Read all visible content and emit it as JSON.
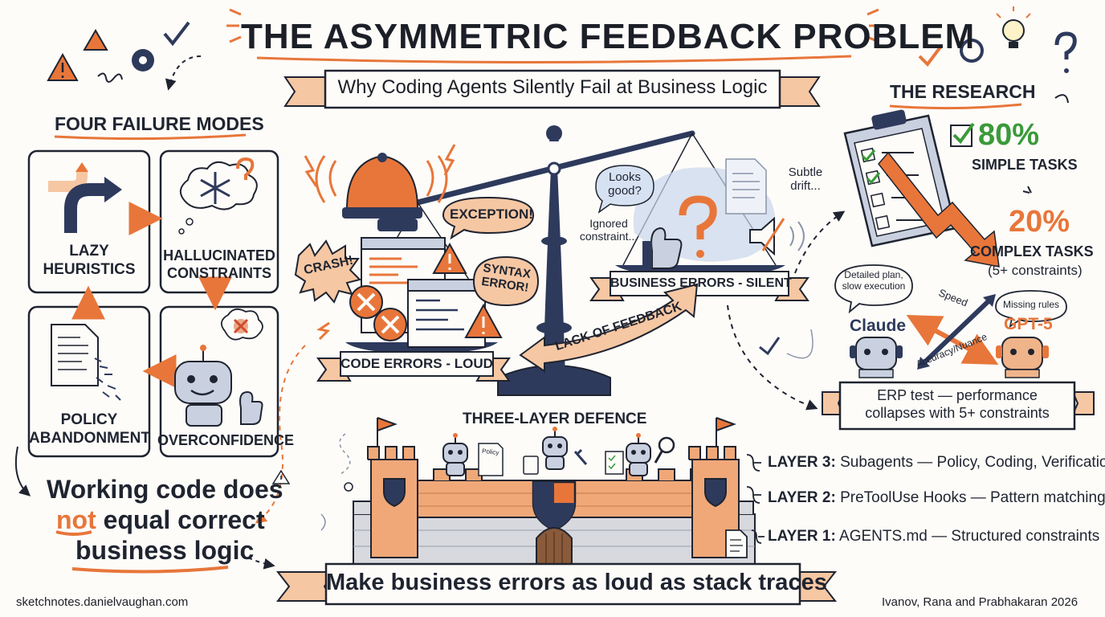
{
  "title": "THE ASYMMETRIC FEEDBACK PROBLEM",
  "subtitle": "Why Coding Agents Silently Fail at Business Logic",
  "failure_modes": {
    "heading": "FOUR FAILURE MODES",
    "modes": [
      {
        "label": "LAZY\nHEURISTICS",
        "icon": "fork-arrow-icon"
      },
      {
        "label": "HALLUCINATED\nCONSTRAINTS",
        "icon": "snowflake-cloud-icon"
      },
      {
        "label": "OVERCONFIDENCE",
        "icon": "robot-thumbs-up-icon"
      },
      {
        "label": "POLICY\nABANDONMENT",
        "icon": "shredding-document-icon"
      }
    ],
    "conclusion_line1": "Working code does",
    "conclusion_not": "not",
    "conclusion_line2_rest": " equal correct",
    "conclusion_line3": "business logic"
  },
  "scale": {
    "loud_words": [
      "CRASH!",
      "EXCEPTION!",
      "SYNTAX\nERROR!"
    ],
    "loud_label": "CODE ERRORS - LOUD",
    "silent_words": [
      "Looks\ngood?",
      "Ignored\nconstraint...",
      "Subtle\ndrift..."
    ],
    "silent_label": "BUSINESS ERRORS - SILENT",
    "arrow_label": "LACK OF FEEDBACK"
  },
  "defence": {
    "heading": "THREE-LAYER DEFENCE",
    "policy_card": "Policy",
    "layers": [
      {
        "name": "LAYER 3:",
        "desc": " Subagents — Policy, Coding, Verification"
      },
      {
        "name": "LAYER 2:",
        "desc": " PreToolUse Hooks — Pattern matching"
      },
      {
        "name": "LAYER 1:",
        "desc": " AGENTS.md — Structured constraints"
      }
    ],
    "banner": "Make business errors as loud as stack traces"
  },
  "research": {
    "heading": "THE RESEARCH",
    "simple_pct": "80%",
    "simple_label": "SIMPLE TASKS",
    "complex_pct": "20%",
    "complex_label": "COMPLEX TASKS",
    "complex_note": "(5+ constraints)",
    "claude_bubble": "Detailed plan,\nslow execution",
    "claude_name": "Claude",
    "gpt_bubble": "Missing rules",
    "gpt_name": "GPT-5",
    "speed_label": "Speed",
    "accuracy_label": "Accuracy/Nuance",
    "erp_box": "ERP test — performance\ncollapses with 5+ constraints"
  },
  "footer": {
    "left": "sketchnotes.danielvaughan.com",
    "right": "Ivanov, Rana and Prabhakaran 2026"
  },
  "colors": {
    "orange": "#e8763a",
    "navy": "#2e3a5c",
    "green": "#3a9a3a",
    "ink": "#1f2430",
    "peach": "#f6c7a3",
    "blue_wash": "#c9d7ec"
  }
}
